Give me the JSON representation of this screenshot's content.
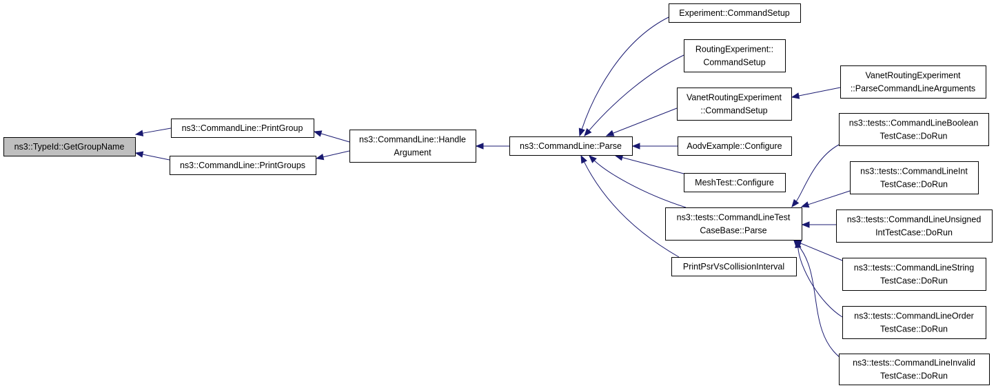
{
  "graph": {
    "colors": {
      "edge": "#191970",
      "root_fill": "#bfbfbf",
      "node_fill": "#ffffff",
      "border": "#000000"
    },
    "nodes": [
      {
        "id": "typeid_getgroupname",
        "lines": [
          "ns3::TypeId::GetGroupName"
        ],
        "root": true
      },
      {
        "id": "printgroup",
        "lines": [
          "ns3::CommandLine::PrintGroup"
        ]
      },
      {
        "id": "printgroups",
        "lines": [
          "ns3::CommandLine::PrintGroups"
        ]
      },
      {
        "id": "handleargument",
        "lines": [
          "ns3::CommandLine::Handle",
          "Argument"
        ]
      },
      {
        "id": "parse",
        "lines": [
          "ns3::CommandLine::Parse"
        ]
      },
      {
        "id": "experiment_commandsetup",
        "lines": [
          "Experiment::CommandSetup"
        ]
      },
      {
        "id": "routingexperiment_commandsetup",
        "lines": [
          "RoutingExperiment::",
          "CommandSetup"
        ]
      },
      {
        "id": "vanet_commandsetup",
        "lines": [
          "VanetRoutingExperiment",
          "::CommandSetup"
        ]
      },
      {
        "id": "aodvexample_configure",
        "lines": [
          "AodvExample::Configure"
        ]
      },
      {
        "id": "meshtest_configure",
        "lines": [
          "MeshTest::Configure"
        ]
      },
      {
        "id": "testcasebase_parse",
        "lines": [
          "ns3::tests::CommandLineTest",
          "CaseBase::Parse"
        ]
      },
      {
        "id": "printpsr",
        "lines": [
          "PrintPsrVsCollisionInterval"
        ]
      },
      {
        "id": "vanet_parseargs",
        "lines": [
          "VanetRoutingExperiment",
          "::ParseCommandLineArguments"
        ]
      },
      {
        "id": "boolean_dorun",
        "lines": [
          "ns3::tests::CommandLineBoolean",
          "TestCase::DoRun"
        ]
      },
      {
        "id": "int_dorun",
        "lines": [
          "ns3::tests::CommandLineInt",
          "TestCase::DoRun"
        ]
      },
      {
        "id": "unsigned_dorun",
        "lines": [
          "ns3::tests::CommandLineUnsigned",
          "IntTestCase::DoRun"
        ]
      },
      {
        "id": "string_dorun",
        "lines": [
          "ns3::tests::CommandLineString",
          "TestCase::DoRun"
        ]
      },
      {
        "id": "order_dorun",
        "lines": [
          "ns3::tests::CommandLineOrder",
          "TestCase::DoRun"
        ]
      },
      {
        "id": "invalid_dorun",
        "lines": [
          "ns3::tests::CommandLineInvalid",
          "TestCase::DoRun"
        ]
      }
    ],
    "edges": [
      {
        "from": "printgroup",
        "to": "typeid_getgroupname"
      },
      {
        "from": "printgroups",
        "to": "typeid_getgroupname"
      },
      {
        "from": "handleargument",
        "to": "printgroup"
      },
      {
        "from": "handleargument",
        "to": "printgroups"
      },
      {
        "from": "parse",
        "to": "handleargument"
      },
      {
        "from": "experiment_commandsetup",
        "to": "parse"
      },
      {
        "from": "routingexperiment_commandsetup",
        "to": "parse"
      },
      {
        "from": "vanet_commandsetup",
        "to": "parse"
      },
      {
        "from": "aodvexample_configure",
        "to": "parse"
      },
      {
        "from": "meshtest_configure",
        "to": "parse"
      },
      {
        "from": "testcasebase_parse",
        "to": "parse"
      },
      {
        "from": "printpsr",
        "to": "parse"
      },
      {
        "from": "vanet_parseargs",
        "to": "vanet_commandsetup"
      },
      {
        "from": "boolean_dorun",
        "to": "testcasebase_parse"
      },
      {
        "from": "int_dorun",
        "to": "testcasebase_parse"
      },
      {
        "from": "unsigned_dorun",
        "to": "testcasebase_parse"
      },
      {
        "from": "string_dorun",
        "to": "testcasebase_parse"
      },
      {
        "from": "order_dorun",
        "to": "testcasebase_parse"
      },
      {
        "from": "invalid_dorun",
        "to": "testcasebase_parse"
      }
    ]
  }
}
